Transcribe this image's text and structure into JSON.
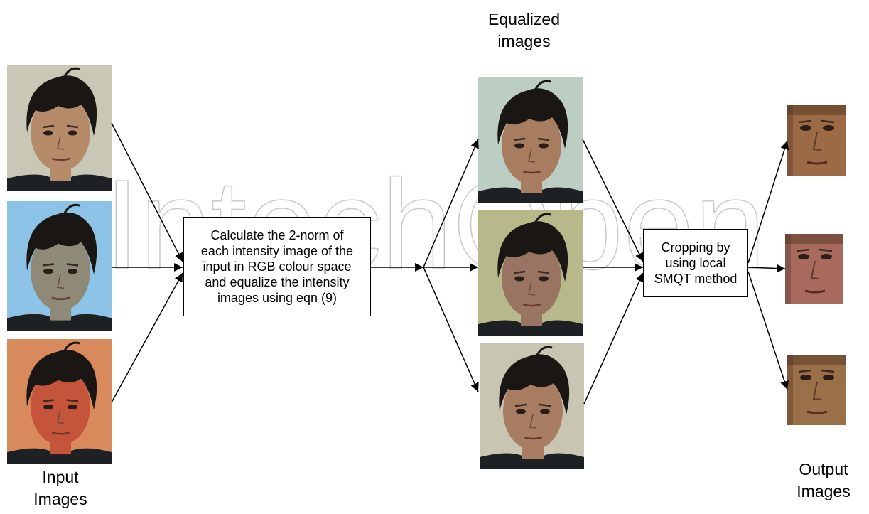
{
  "labels": {
    "equalized_line1": "Equalized",
    "equalized_line2": "images",
    "input_line1": "Input",
    "input_line2": "Images",
    "output_line1": "Output",
    "output_line2": "Images"
  },
  "process_box": {
    "lines": [
      "Calculate the 2-norm of",
      "each intensity image of the",
      "input in RGB colour space",
      "and equalize the intensity",
      "images using eqn (9)"
    ]
  },
  "crop_box": {
    "lines": [
      "Cropping by",
      "using local",
      "SMQT method"
    ]
  },
  "watermark": {
    "text": "IntechOpen"
  },
  "colors": {
    "input1_bg": "#c9c8b6",
    "input1_skin": "#b58b6a",
    "input2_bg": "#8cc3e6",
    "input2_skin": "#8f8a78",
    "input3_bg": "#d88a5c",
    "input3_skin": "#c4553a",
    "eq1_bg": "#bccdc4",
    "eq1_skin": "#a77c5f",
    "eq2_bg": "#b7b98a",
    "eq2_skin": "#9a7462",
    "eq3_bg": "#c8c6b2",
    "eq3_skin": "#a97d62",
    "out1_skin": "#9c6a44",
    "out2_skin": "#a86a5c",
    "out3_skin": "#9a7048",
    "hair": "#1a1614",
    "shirt": "#1e2124",
    "line": "#000000",
    "watermark": "#c9c9c9"
  }
}
